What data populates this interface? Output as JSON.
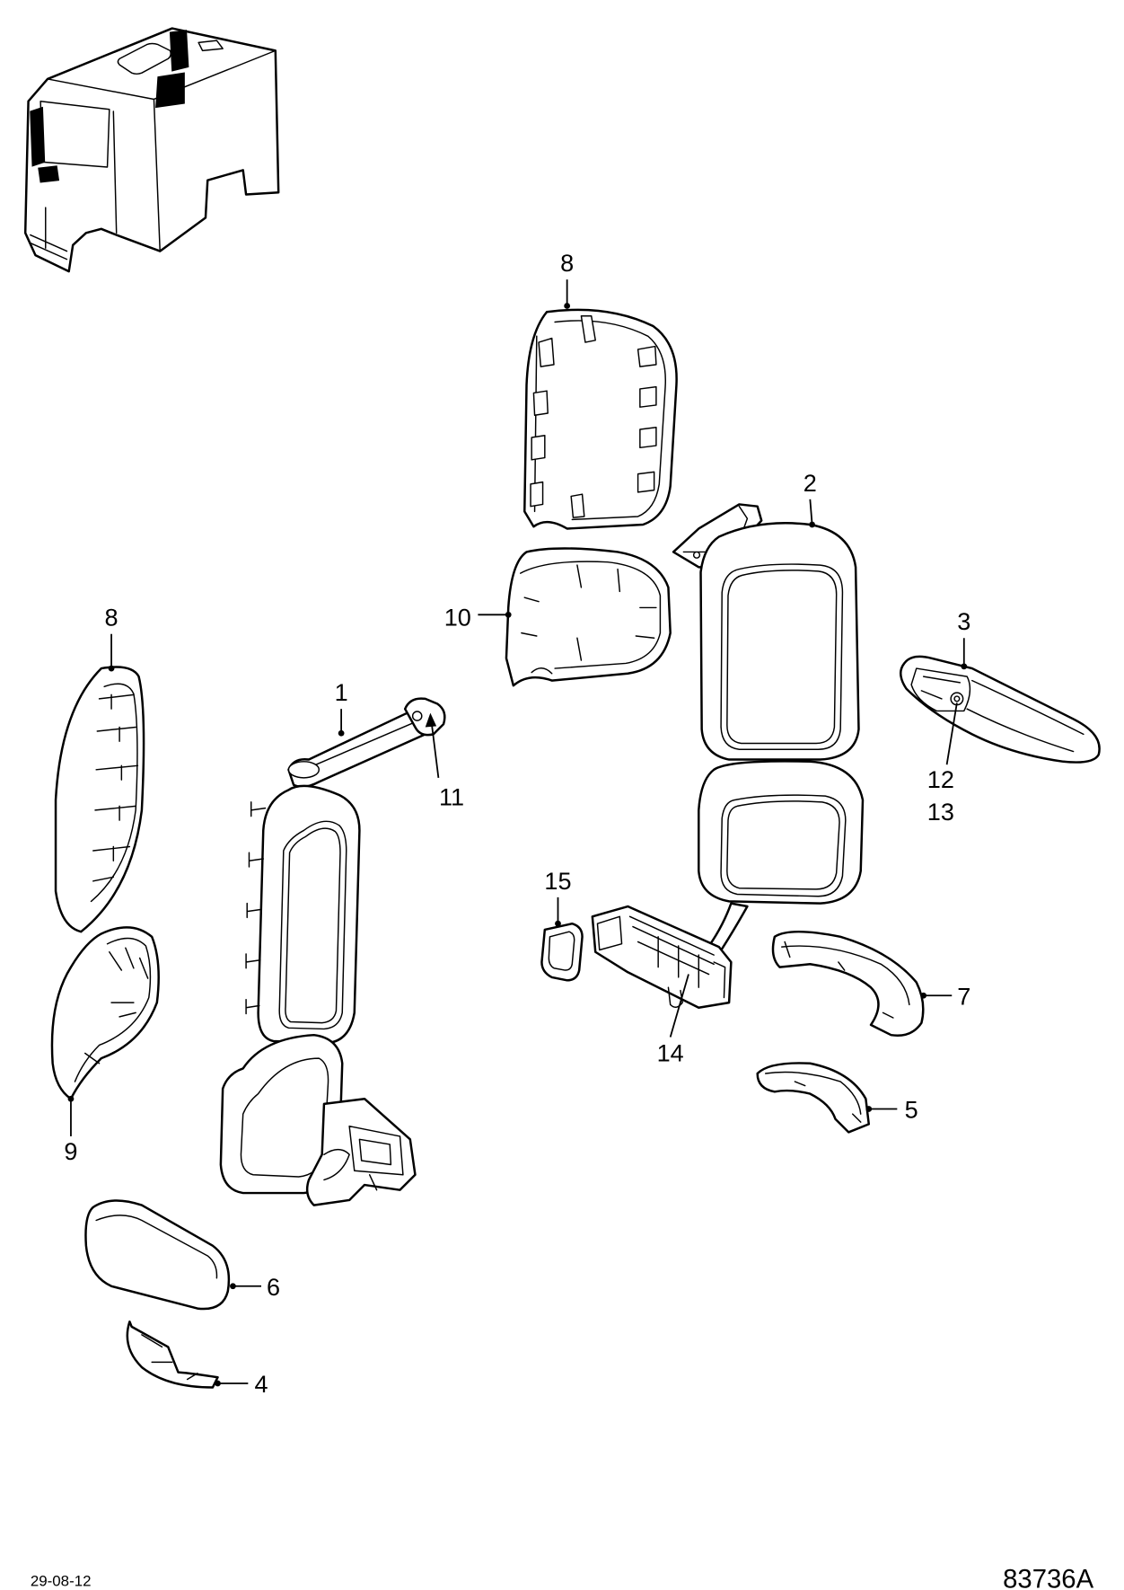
{
  "document": {
    "date": "29-08-12",
    "drawing_number": "83736A"
  },
  "callouts": {
    "c1": "1",
    "c2": "2",
    "c3": "3",
    "c4": "4",
    "c5": "5",
    "c6": "6",
    "c7": "7",
    "c8_top": "8",
    "c8_left": "8",
    "c9": "9",
    "c10": "10",
    "c11": "11",
    "c12": "12",
    "c13": "13",
    "c14": "14",
    "c15": "15"
  },
  "colors": {
    "line": "#000000",
    "background": "#ffffff"
  }
}
